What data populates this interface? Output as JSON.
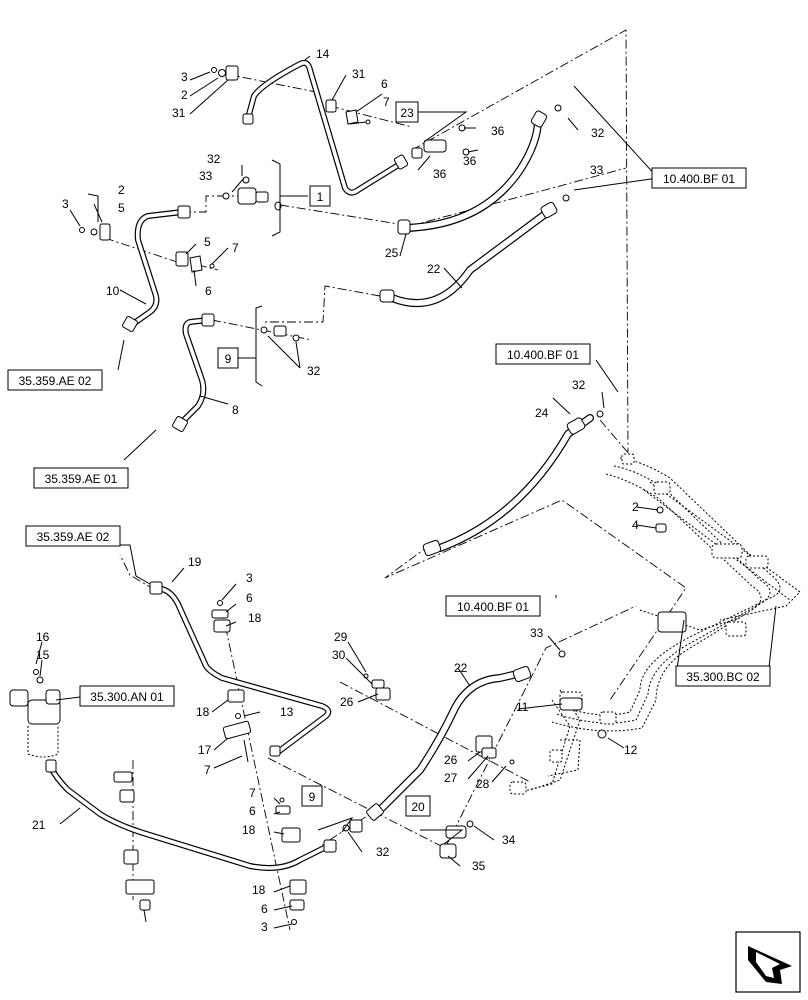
{
  "diagram": {
    "callouts": [
      "14",
      "3",
      "2",
      "31",
      "31",
      "6",
      "7",
      "23",
      "36",
      "36",
      "36",
      "32",
      "33",
      "32",
      "33",
      "1",
      "2",
      "5",
      "3",
      "25",
      "22",
      "5",
      "7",
      "6",
      "10",
      "9",
      "32",
      "8",
      "24",
      "32",
      "19",
      "3",
      "6",
      "18",
      "16",
      "15",
      "29",
      "30",
      "26",
      "22",
      "33",
      "13",
      "18",
      "17",
      "7",
      "11",
      "12",
      "26",
      "27",
      "28",
      "2",
      "4",
      "7",
      "6",
      "18",
      "9",
      "32",
      "20",
      "34",
      "35",
      "21",
      "18",
      "6",
      "3"
    ],
    "references": [
      "10.400.BF 01",
      "35.359.AE 02",
      "35.359.AE 01",
      "10.400.BF 01",
      "35.359.AE 02",
      "10.400.BF 01",
      "35.300.AN 01",
      "35.300.BC 02"
    ],
    "boxed_callouts": [
      "23",
      "1",
      "9",
      "9",
      "20"
    ]
  },
  "nav_icon": "arrow-nav-icon"
}
